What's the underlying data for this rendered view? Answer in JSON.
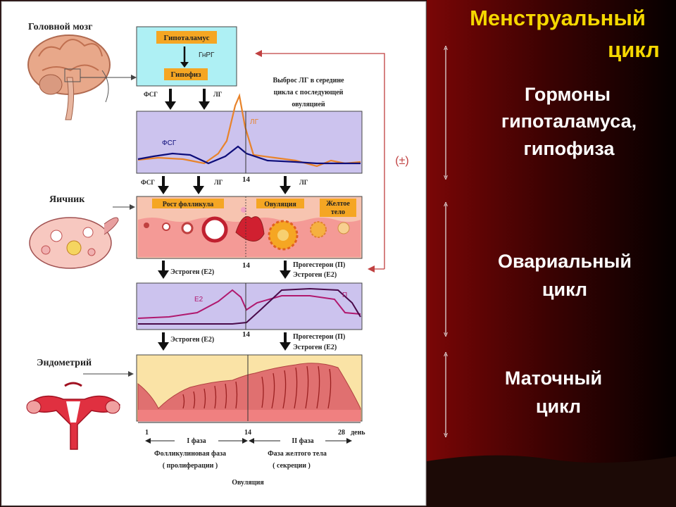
{
  "slide": {
    "title_line1": "Менструальный",
    "title_line2": "цикл",
    "colors": {
      "title": "#f5d800",
      "right_text": "#ffffff",
      "lh": "#e8832a",
      "fsh": "#0d0d7a",
      "e2": "#b0186e",
      "p": "#4a0a4a",
      "graph_bg": "#ccc3ee",
      "hormone_box": "#aef0f4",
      "label_box": "#f5a623",
      "ovary_bg": "#f7c4b0",
      "endo_bg": "#fae3a6"
    }
  },
  "right_panel": {
    "block1_line1": "Гормоны",
    "block1_line2": "гипоталамуса,",
    "block1_line3": "гипофиза",
    "block2_line1": "Овариальный",
    "block2_line2": "цикл",
    "block3_line1": "Маточный",
    "block3_line2": "цикл"
  },
  "diagram": {
    "brain": "Головной мозг",
    "hypothalamus": "Гипоталамус",
    "gnrh": "ГнРГ",
    "pituitary": "Гипофиз",
    "fsh": "ФСГ",
    "lh": "ЛГ",
    "lh_surge_line1": "Выброс ЛГ в середине",
    "lh_surge_line2": "цикла с последующей",
    "lh_surge_line3": "овуляцией",
    "feedback": "(±)",
    "day14": "14",
    "ovary": "Яичник",
    "follicle_growth": "Рост фолликула",
    "ovulation_box": "Овуляция",
    "corpus_luteum_line1": "Желтое",
    "corpus_luteum_line2": "тело",
    "estrogen": "Эстроген (E2)",
    "progesterone": "Прогестерон (П)",
    "estrogen2": "Эстроген (E2)",
    "e2": "E2",
    "p": "П",
    "endometrium": "Эндометрий",
    "day1": "1",
    "day28": "28",
    "day_word": "день",
    "phase1": "I   фаза",
    "phase2": "II  фаза",
    "follicular": "Фолликулиновая фаза",
    "proliferation": "( пролиферации )",
    "luteal": "Фаза желтого тела",
    "secretion": "( секреции )",
    "ovulation": "Овуляция"
  }
}
